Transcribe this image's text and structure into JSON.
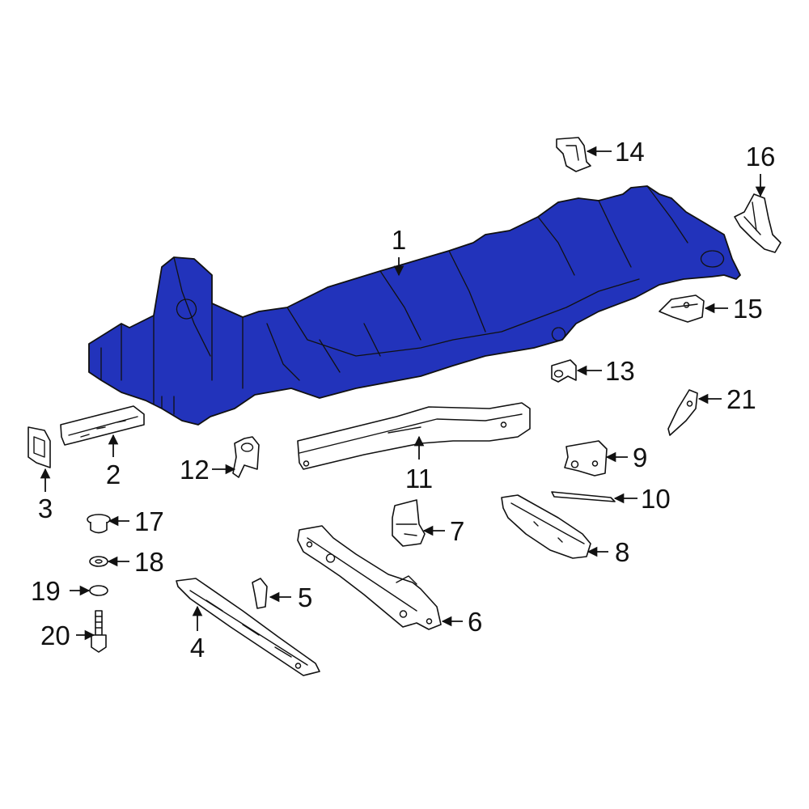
{
  "colors": {
    "highlight": "#2233bb",
    "outline": "#111111",
    "background": "#ffffff"
  },
  "callouts": [
    {
      "id": "1",
      "label": "1"
    },
    {
      "id": "2",
      "label": "2"
    },
    {
      "id": "3",
      "label": "3"
    },
    {
      "id": "4",
      "label": "4"
    },
    {
      "id": "5",
      "label": "5"
    },
    {
      "id": "6",
      "label": "6"
    },
    {
      "id": "7",
      "label": "7"
    },
    {
      "id": "8",
      "label": "8"
    },
    {
      "id": "9",
      "label": "9"
    },
    {
      "id": "10",
      "label": "10"
    },
    {
      "id": "11",
      "label": "11"
    },
    {
      "id": "12",
      "label": "12"
    },
    {
      "id": "13",
      "label": "13"
    },
    {
      "id": "14",
      "label": "14"
    },
    {
      "id": "15",
      "label": "15"
    },
    {
      "id": "16",
      "label": "16"
    },
    {
      "id": "17",
      "label": "17"
    },
    {
      "id": "18",
      "label": "18"
    },
    {
      "id": "19",
      "label": "19"
    },
    {
      "id": "20",
      "label": "20"
    },
    {
      "id": "21",
      "label": "21"
    }
  ]
}
